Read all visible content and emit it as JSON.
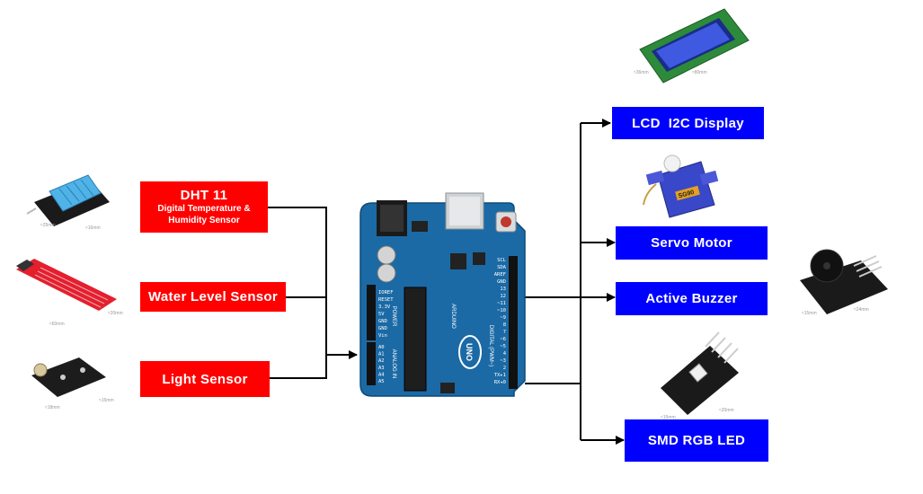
{
  "inputs": {
    "dht11": {
      "title": "DHT 11",
      "sub1": "Digital Temperature &",
      "sub2": "Humidity Sensor"
    },
    "water": {
      "title": "Water Level Sensor"
    },
    "light": {
      "title": "Light Sensor"
    }
  },
  "outputs": {
    "lcd": {
      "title": "LCD  I2C Display"
    },
    "servo": {
      "title": "Servo Motor"
    },
    "buzzer": {
      "title": "Active Buzzer"
    },
    "rgb": {
      "title": "SMD RGB LED"
    }
  },
  "board": {
    "brand": "UNO",
    "name": "ARDUINO",
    "header_top": [
      "SCL",
      "SDA",
      "AREF",
      "GND",
      "13",
      "12",
      "~11",
      "~10",
      "~9",
      "8",
      "7",
      "~6",
      "~5",
      "4",
      "~3",
      "2",
      "TX▸1",
      "RX◂0"
    ],
    "header_power": [
      "IOREF",
      "RESET",
      "3.3V",
      "5V",
      "GND",
      "GND",
      "Vin"
    ],
    "header_analog": [
      "A0",
      "A1",
      "A2",
      "A3",
      "A4",
      "A5"
    ],
    "power_label": "POWER",
    "analog_label": "ANALOG IN",
    "digital_label": "DIGITAL (PWM~)",
    "servo_marking": "SG90"
  },
  "colors": {
    "input": "#ff0000",
    "output": "#0000ff",
    "board": "#1b6aa5",
    "wire": "#000000"
  }
}
